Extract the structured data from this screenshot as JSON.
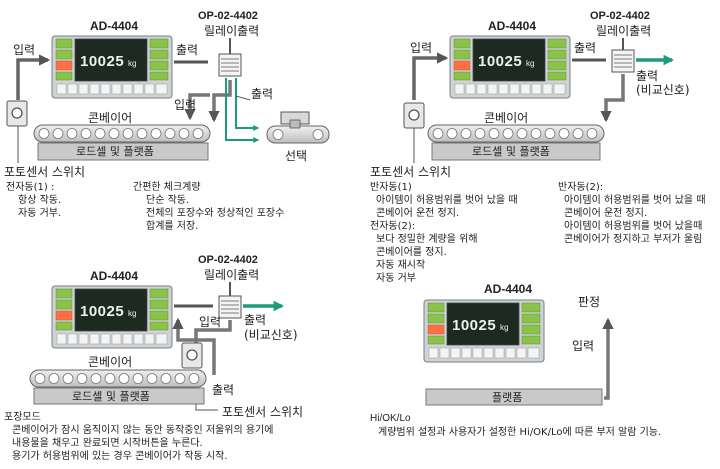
{
  "model": "AD-4404",
  "display_value": "10025",
  "display_unit": "kg",
  "relay_model": "OP-02-4402",
  "labels": {
    "relay_output": "릴레이출력",
    "input": "입력",
    "output": "출력",
    "conveyor": "콘베이어",
    "loadcell_platform": "로드셀 및 플랫폼",
    "photo_switch": "포토센서 스위치",
    "selection": "선택",
    "output_compare_line1": "출력",
    "output_compare_line2": "(비교신호)",
    "judgement": "판정",
    "platform": "플랫폼"
  },
  "panel1": {
    "col1_title": "전자동(1) :",
    "col1_lines": [
      "항상 작동.",
      "자동 거부."
    ],
    "col2_title": "간편한 체크계량",
    "col2_lines": [
      "단순 작동.",
      "전체의 포장수와 정상적인 포장수",
      "합계를 저장."
    ]
  },
  "panel2": {
    "col1_title": "반자동(1)",
    "col1_lines": [
      "아이템이 허용범위를 벗어 났을 때",
      "콘베이어 운전 정지."
    ],
    "col1b_title": "전자동(2):",
    "col1b_lines": [
      "보다 정밀한 계량을 위해",
      "콘베이어를 정지.",
      "자동 재시작",
      "자동 거부"
    ],
    "col2_title": "반자동(2):",
    "col2_lines": [
      "아이템이 허용범위를 벗어 났을 때",
      "콘베이어 운전 정지.",
      "아이템이 허용범위를 벗어 났을때",
      "콘베이어가 정지하고 부저가 울림"
    ]
  },
  "panel3": {
    "title": "포장모드",
    "lines": [
      "콘베이어가 잠시 움직이지 않는 동안 동작중인 저울위의 용기에",
      "내용물을 채우고 완료되면 시작버튼을 누른다.",
      "용기가 허용범위에 있는 경우 콘베이어가 작동 시작."
    ]
  },
  "panel4": {
    "title": "Hi/OK/Lo",
    "lines": [
      "계량범위 설정과 사용자가 설정한 Hi/OK/Lo에  따른 부저 알람 기능."
    ]
  }
}
